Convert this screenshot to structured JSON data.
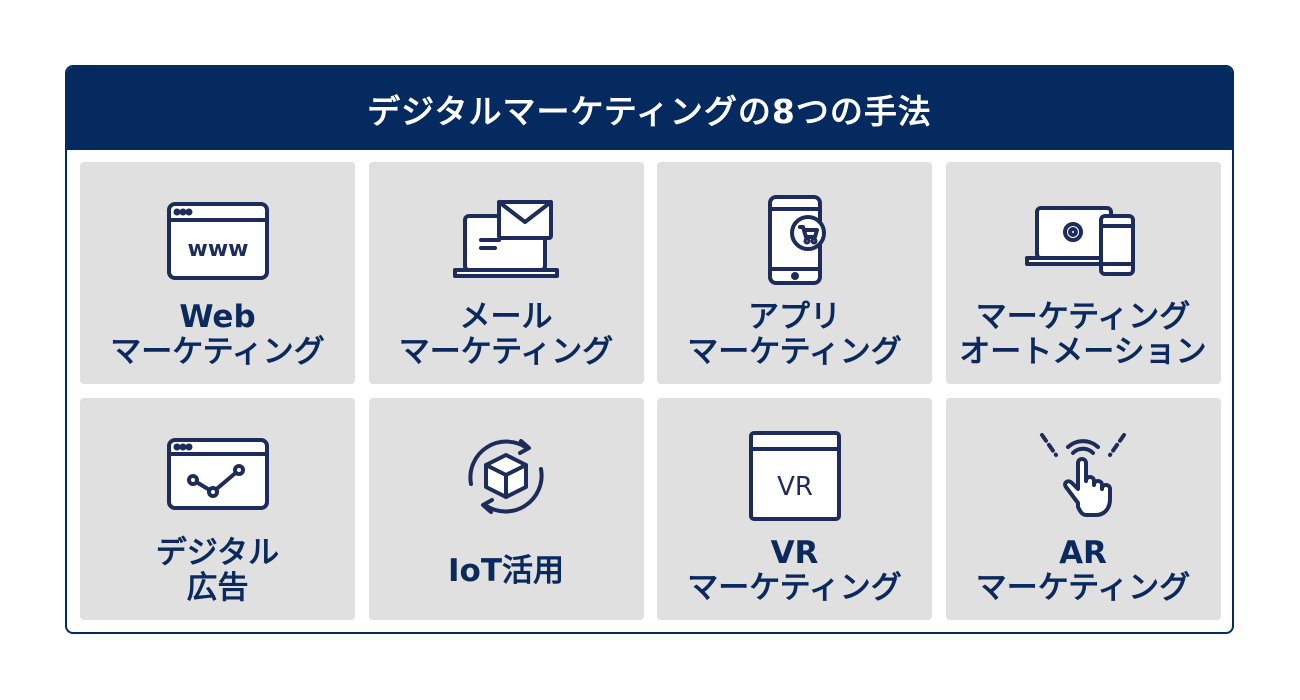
{
  "title": "デジタルマーケティングの8つの手法",
  "colors": {
    "navy": "#052a60",
    "cell_bg": "#e0e0e0"
  },
  "items": [
    {
      "icon": "browser-www-icon",
      "lines": [
        "Web",
        "マーケティング"
      ],
      "icon_text": "www"
    },
    {
      "icon": "laptop-mail-icon",
      "lines": [
        "メール",
        "マーケティング"
      ]
    },
    {
      "icon": "smartphone-cart-icon",
      "lines": [
        "アプリ",
        "マーケティング"
      ]
    },
    {
      "icon": "laptop-phone-gear-icon",
      "lines": [
        "マーケティング",
        "オートメーション"
      ]
    },
    {
      "icon": "browser-graph-icon",
      "lines": [
        "デジタル",
        "広告"
      ]
    },
    {
      "icon": "cube-cycle-icon",
      "lines": [
        "IoT活用"
      ]
    },
    {
      "icon": "browser-vr-icon",
      "lines": [
        "VR",
        "マーケティング"
      ],
      "icon_text": "VR"
    },
    {
      "icon": "hand-tap-icon",
      "lines": [
        "AR",
        "マーケティング"
      ]
    }
  ]
}
